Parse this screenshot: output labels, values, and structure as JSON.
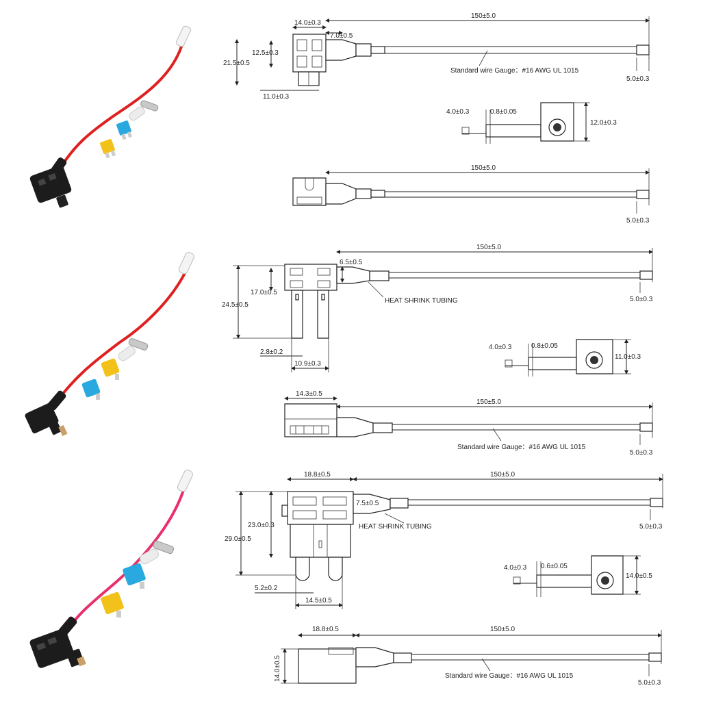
{
  "colors": {
    "wire_red": "#e02020",
    "wire_pink": "#e8306a",
    "holder_black": "#1c1c1c",
    "fuse_yellow": "#f3c21a",
    "fuse_blue": "#2aa8e0",
    "drawing_line": "#222222"
  },
  "sections": [
    {
      "name": "low-profile mini fuse tap",
      "top_view": {
        "width": "14.0±0.3",
        "slot_offset": "7.0±0.5",
        "slot_height": "12.5±0.3",
        "total_height": "21.5±0.5",
        "blade_width": "11.0±0.3",
        "length": "150±5.0",
        "wire_note": "Standard wire Gauge：#16 AWG UL 1015",
        "end_dim": "5.0±0.3"
      },
      "terminal": {
        "length": "4.0±0.3",
        "thickness": "0.8±0.05",
        "height": "12.0±0.3"
      },
      "side_view": {
        "length": "150±5.0",
        "end_dim": "5.0±0.3"
      }
    },
    {
      "name": "mini fuse tap",
      "top_view": {
        "length": "150±5.0",
        "slot_offset": "6.5±0.5",
        "slot_height": "17.0±0.5",
        "total_height": "24.5±0.5",
        "blade_gap": "2.8±0.2",
        "blade_width": "10.9±0.3",
        "tubing_note": "HEAT SHRINK TUBING",
        "end_dim": "5.0±0.3"
      },
      "terminal": {
        "length": "4.0±0.3",
        "thickness": "0.8±0.05",
        "height": "11.0±0.3"
      },
      "side_view": {
        "width": "14.3±0.5",
        "length": "150±5.0",
        "wire_note": "Standard wire Gauge：#16 AWG UL 1015",
        "end_dim": "5.0±0.3"
      }
    },
    {
      "name": "standard ATO fuse tap",
      "top_view": {
        "width": "18.8±0.5",
        "length": "150±5.0",
        "slot_offset": "7.5±0.5",
        "slot_height": "23.0±0.3",
        "total_height": "29.0±0.5",
        "tubing_note": "HEAT SHRINK TUBING",
        "blade_gap": "5.2±0.2",
        "blade_width": "14.5±0.5",
        "end_dim": "5.0±0.3"
      },
      "terminal": {
        "length": "4.0±0.3",
        "thickness": "0.6±0.05",
        "height": "14.0±0.5"
      },
      "side_view": {
        "width": "18.8±0.5",
        "length": "150±5.0",
        "height": "14.0±0.5",
        "wire_note": "Standard wire Gauge：#16 AWG UL 1015",
        "end_dim": "5.0±0.3"
      }
    }
  ]
}
